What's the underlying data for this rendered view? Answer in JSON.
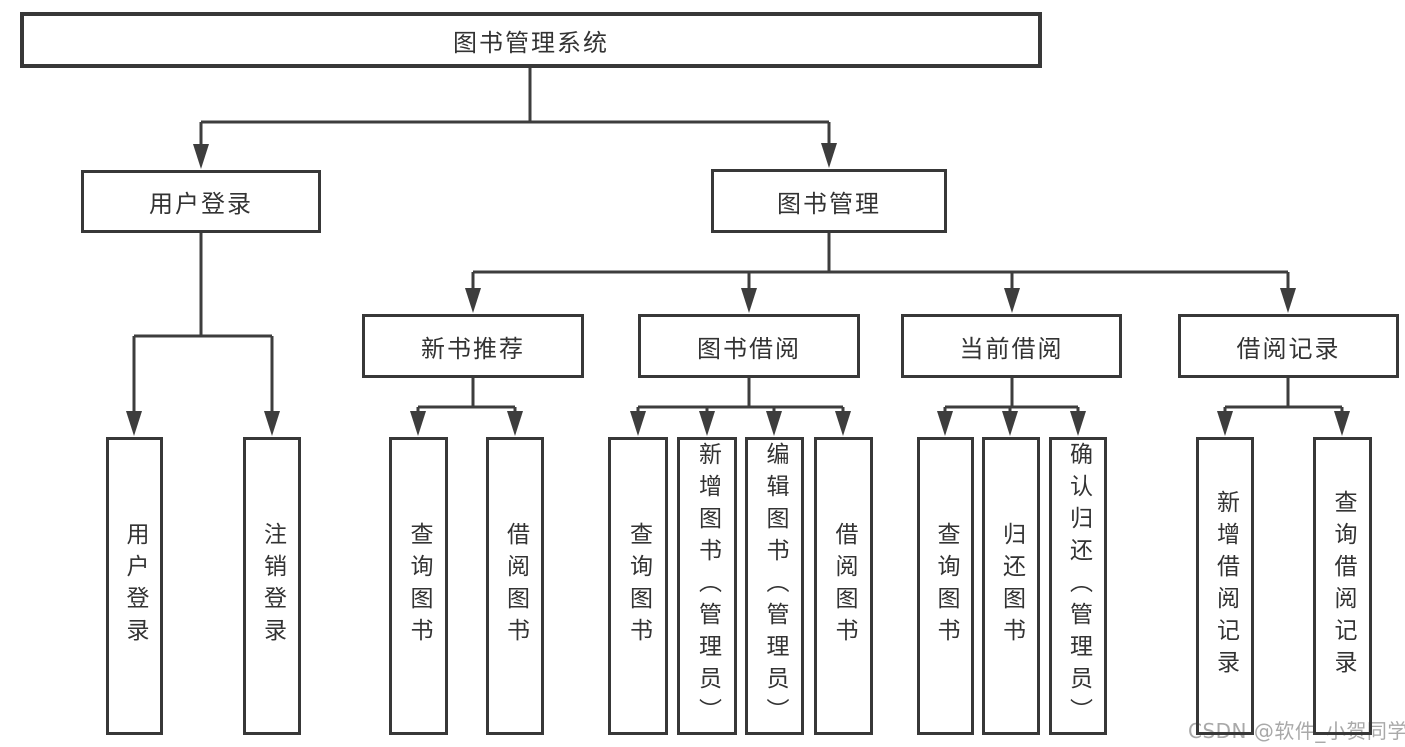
{
  "diagram": {
    "root": {
      "label": "图书管理系统",
      "children": [
        {
          "label": "用户登录",
          "children": [
            {
              "label": "用户登录"
            },
            {
              "label": "注销登录"
            }
          ]
        },
        {
          "label": "图书管理",
          "children": [
            {
              "label": "新书推荐",
              "children": [
                {
                  "label": "查询图书"
                },
                {
                  "label": "借阅图书"
                }
              ]
            },
            {
              "label": "图书借阅",
              "children": [
                {
                  "label": "查询图书"
                },
                {
                  "label": "新增图书（管理员）"
                },
                {
                  "label": "编辑图书（管理员）"
                },
                {
                  "label": "借阅图书"
                }
              ]
            },
            {
              "label": "当前借阅",
              "children": [
                {
                  "label": "查询图书"
                },
                {
                  "label": "归还图书"
                },
                {
                  "label": "确认归还（管理员）"
                }
              ]
            },
            {
              "label": "借阅记录",
              "children": [
                {
                  "label": "新增借阅记录"
                },
                {
                  "label": "查询借阅记录"
                }
              ]
            }
          ]
        }
      ]
    }
  },
  "watermark": {
    "text": "CSDN @软件_小贺同学"
  },
  "colors": {
    "line": "#3d3d3d",
    "border": "#383838",
    "text": "#333333",
    "watermark": "#a9a9a9",
    "background": "#ffffff"
  }
}
